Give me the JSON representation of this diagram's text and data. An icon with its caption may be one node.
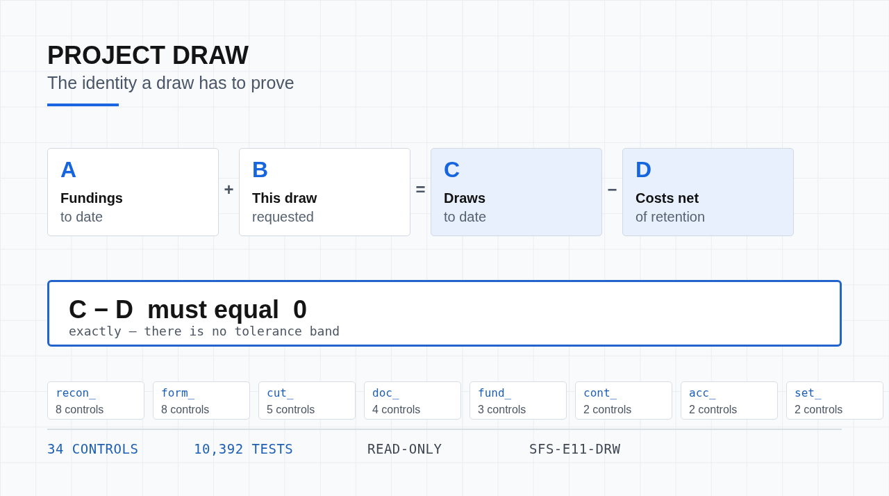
{
  "diagram": {
    "title": "PROJECT DRAW",
    "nodes": [
      {
        "text": [
          "A",
          "Fundings",
          "to date"
        ]
      },
      {
        "text": [
          "B",
          "This draw",
          "requested"
        ]
      },
      {
        "text": [
          "C",
          "Draws",
          "to date"
        ]
      },
      {
        "text": [
          "D",
          "Costs net",
          "of retention"
        ]
      },
      {
        "text": [
          "C − D  must equal  0",
          "exactly — there is no tolerance band"
        ]
      },
      {
        "text": [
          "recon_",
          "8 controls"
        ]
      },
      {
        "text": [
          "form_",
          "8 controls"
        ]
      },
      {
        "text": [
          "cut_",
          "5 controls"
        ]
      },
      {
        "text": [
          "doc_",
          "4 controls"
        ]
      },
      {
        "text": [
          "fund_",
          "3 controls"
        ]
      },
      {
        "text": [
          "cont_",
          "2 controls"
        ]
      },
      {
        "text": [
          "acc_",
          "2 controls"
        ]
      },
      {
        "text": [
          "set_",
          "2 controls"
        ]
      }
    ],
    "labels": [
      "The identity a draw has to prove",
      "+",
      "=",
      "−",
      "34 CONTROLS",
      "10,392 TESTS",
      "READ-ONLY",
      "SFS-E11-DRW"
    ]
  }
}
